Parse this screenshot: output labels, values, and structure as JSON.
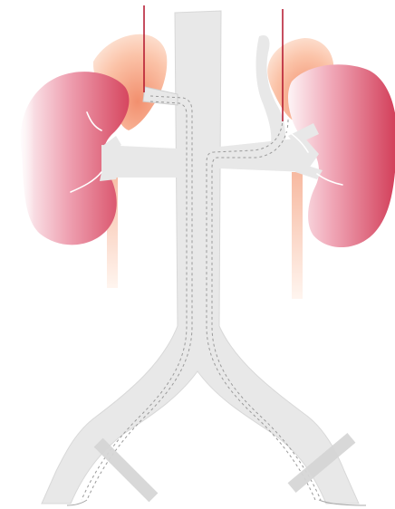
{
  "diagram": {
    "kind": "anatomical-illustration",
    "subject": "kidneys-adrenal-glands-aorta-vena-cava",
    "labels": []
  },
  "colors": {
    "background": "#ffffff",
    "vessel_fill": "#e8e8e8",
    "vessel_stroke": "#cfcfcf",
    "catheter_dash": "#9a9a9a",
    "kidney_light": "#fbe9ee",
    "kidney_mid": "#e8899c",
    "kidney_dark": "#d03a55",
    "adrenal_light": "#fde0cf",
    "adrenal_dark": "#f29a7a",
    "ureter_light": "#fff2ea",
    "ureter_dark": "#f4b39a",
    "needle_line": "#b3122a",
    "clamp": "#d6d6d6"
  },
  "elements": {
    "left_kidney": "kidney-left",
    "right_kidney": "kidney-right",
    "left_adrenal": "adrenal-left",
    "right_adrenal": "adrenal-right",
    "main_vessel": "aorta-vena-cava-trunk",
    "left_clamp": "clamp-left",
    "right_clamp": "clamp-right"
  }
}
